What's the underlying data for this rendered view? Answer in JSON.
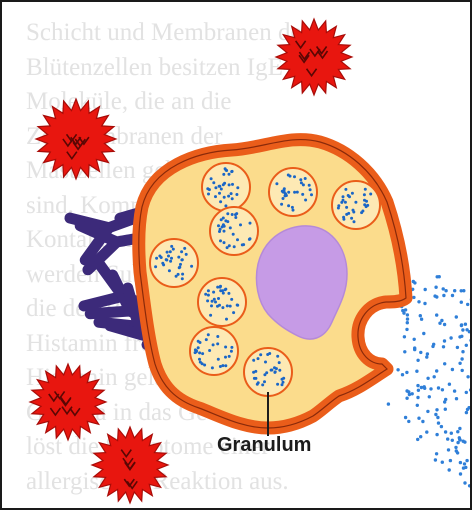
{
  "diagram": {
    "label": "Granulum",
    "background_text": [
      "Schicht und Membranen der",
      "Blütenzellen besitzen IgE-",
      "Moleküle, die an die",
      "Zellmembranen der",
      "Mastzellen gebunden",
      "sind. Kommt es erneut zum",
      "Kontakt mit dem Allergen,",
      "werden Substanzen frei,",
      "die den Botenstoff",
      "Histamin freisetzen. Das",
      "Histamin gelangt aus den",
      "Granula in das Gewebe und",
      "löst die Symptome einer",
      "allergischen Reaktion aus."
    ]
  },
  "colors": {
    "cell_fill": "#fbdc8c",
    "cell_membrane": "#ea5d1a",
    "nucleus": "#c69be6",
    "granule_fill": "#fde9b4",
    "granule_dots": "#1a66c7",
    "antibody": "#3c2a7a",
    "allergen": "#e8160f",
    "released_dots": "#2f7fd8"
  }
}
